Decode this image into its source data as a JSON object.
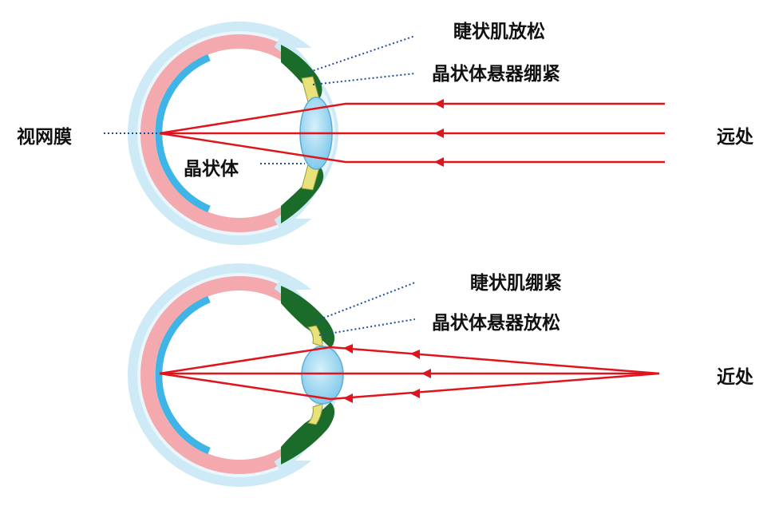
{
  "diagram": {
    "far": {
      "ciliary_muscle_label": "睫状肌放松",
      "zonule_label": "晶状体悬器绷紧",
      "retina_label": "视网膜",
      "lens_label": "晶状体",
      "distance_label": "远处"
    },
    "near": {
      "ciliary_muscle_label": "睫状肌绷紧",
      "zonule_label": "晶状体悬器放松",
      "distance_label": "近处"
    }
  },
  "colors": {
    "ray": "#e0141c",
    "sclera": "#c9e9f5",
    "choroid": "#f4a9ae",
    "retina": "#3fb4e6",
    "ciliary": "#1b6b2a",
    "zonule": "#e9e27a",
    "lens": "#9fd6f0",
    "leader": "#1f4f9a"
  }
}
